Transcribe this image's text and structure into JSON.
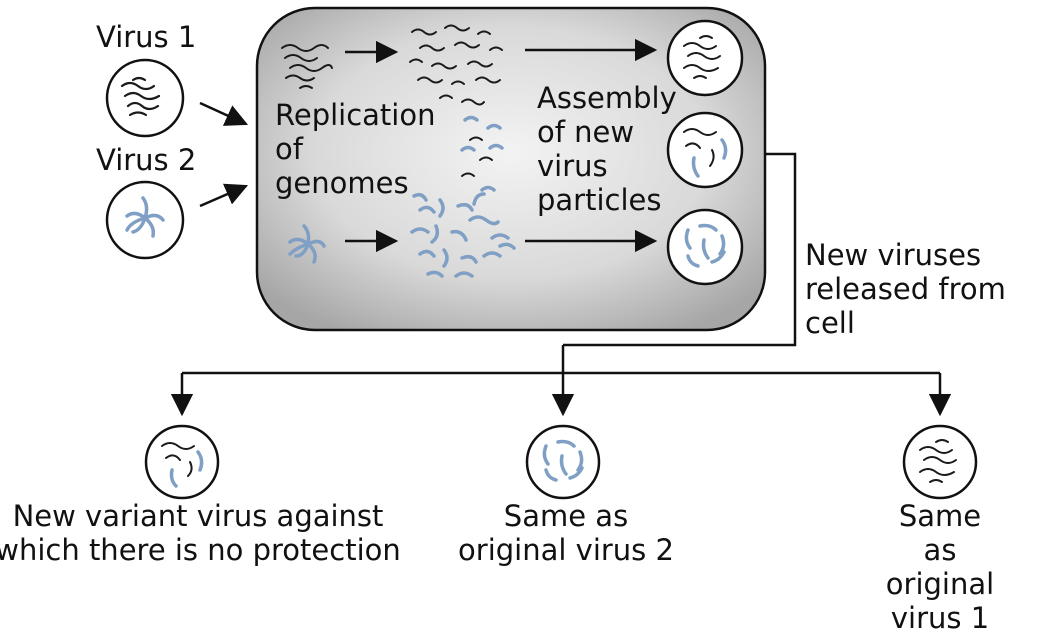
{
  "virus_labels": {
    "virus1": "Virus 1",
    "virus2": "Virus 2"
  },
  "cell_text": {
    "replication": [
      "Replication",
      "of",
      "genomes"
    ],
    "assembly": [
      "Assembly",
      "of new",
      "virus",
      "particles"
    ]
  },
  "release_text": [
    "New viruses",
    "released from",
    "cell"
  ],
  "outcomes": [
    {
      "lines": [
        "New variant virus against",
        "which there is no protection"
      ]
    },
    {
      "lines": [
        "Same as",
        "original virus 2"
      ]
    },
    {
      "lines": [
        "Same as",
        "original virus 1"
      ]
    }
  ],
  "colors": {
    "genome_virus1": "#1a1a1a",
    "genome_virus2": "#7f9fc4",
    "cell_fill_center": "#f3f3f3",
    "cell_fill_edge": "#a6a6a6",
    "outline": "#111111"
  }
}
